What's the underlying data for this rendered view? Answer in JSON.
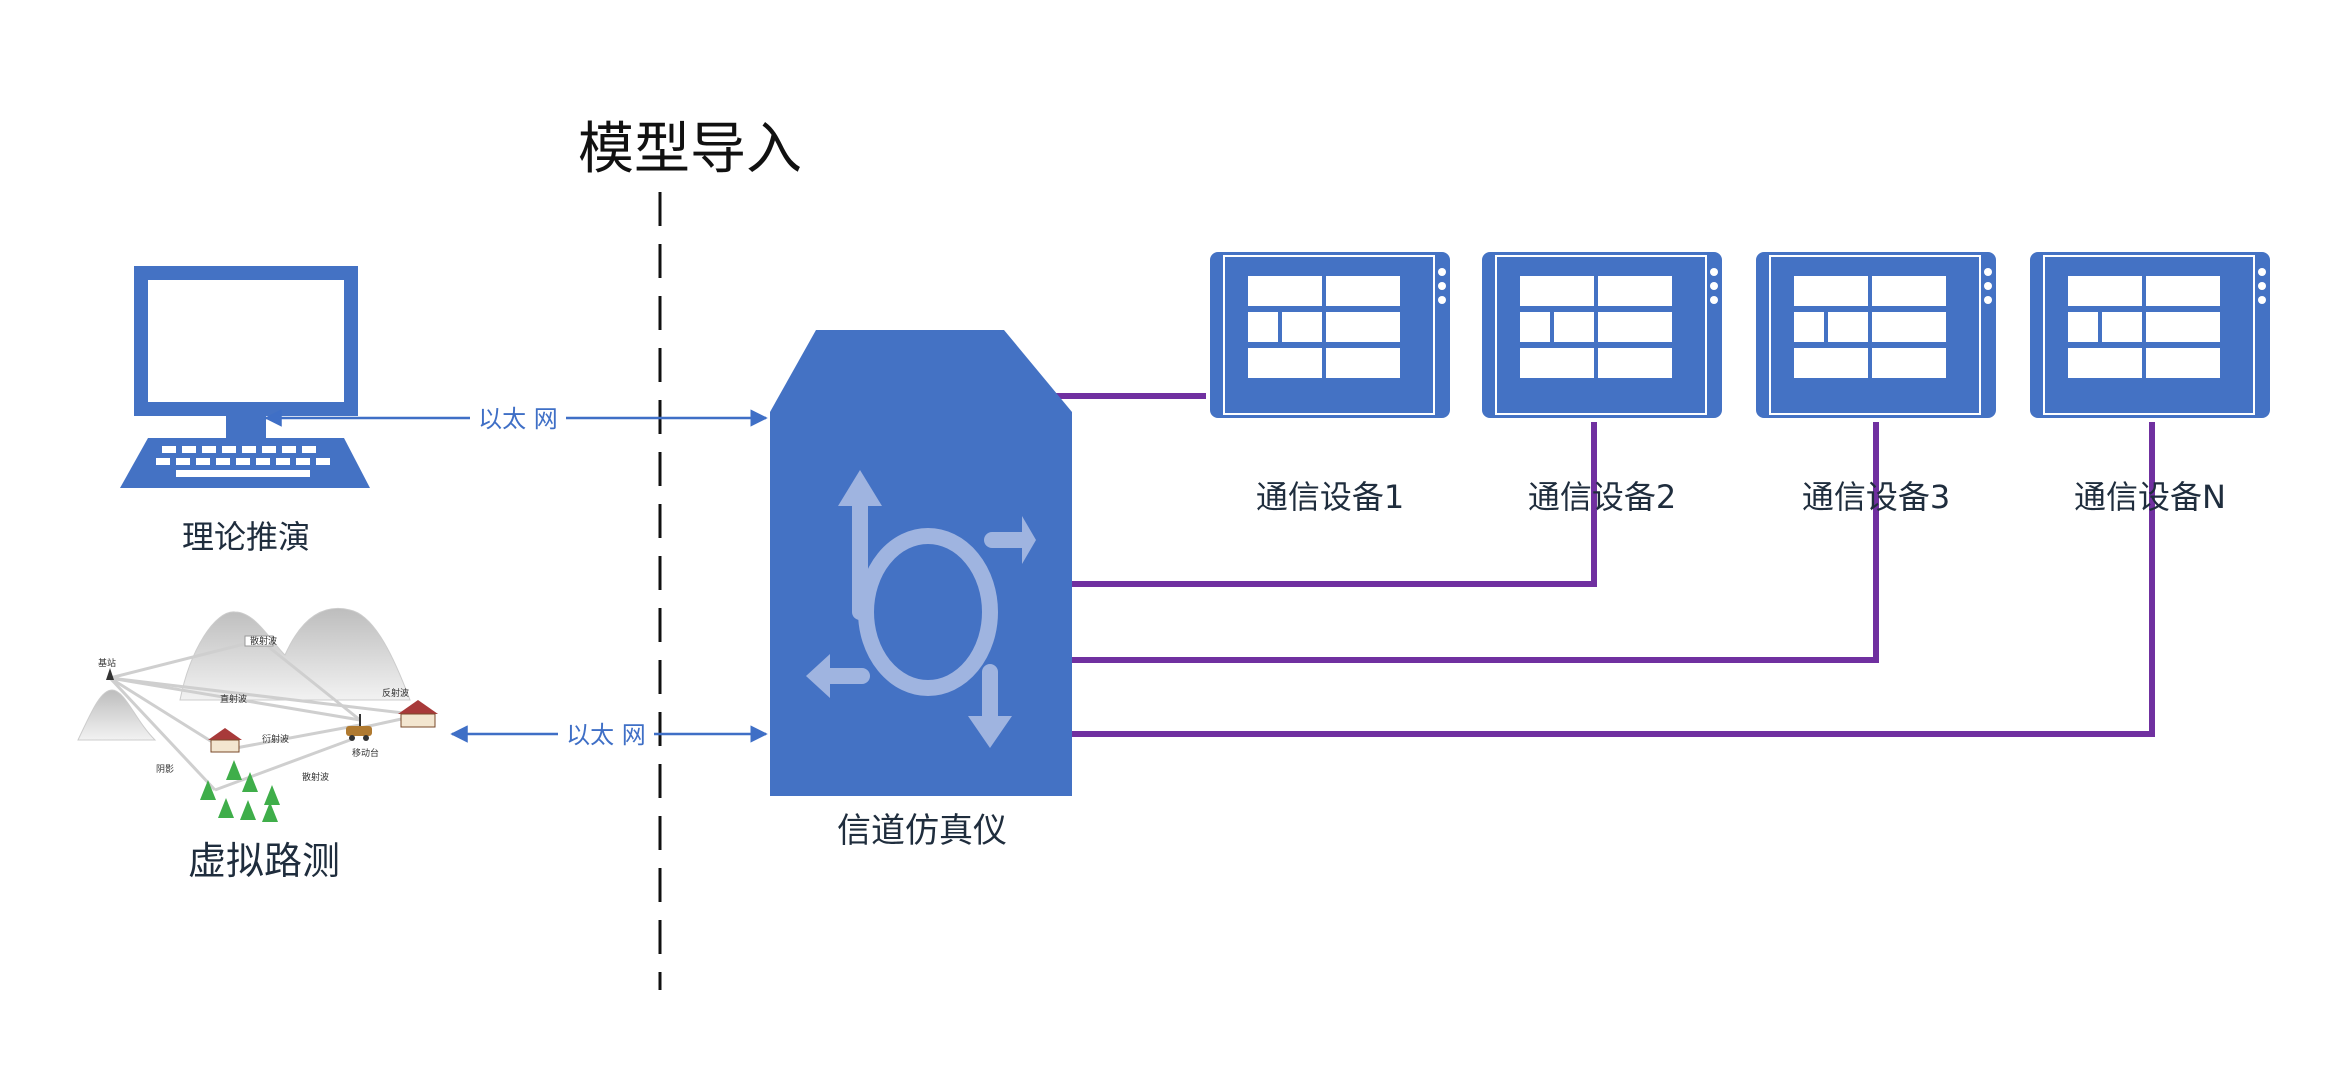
{
  "title": "模型导入",
  "sources": {
    "theory_label": "理论推演",
    "virtual_label": "虚拟路测",
    "ethernet_top": "以太 网",
    "ethernet_bottom": "以太 网"
  },
  "scene": {
    "base_station": "基站",
    "scatter_wave": "散射波",
    "direct_wave": "直射波",
    "reflect_wave": "反射波",
    "diffract_wave": "衍射波",
    "scatter_wave_2": "散射波",
    "mobile": "移动台",
    "shadow": "阴影"
  },
  "emulator": {
    "label": "信道仿真仪"
  },
  "devices": [
    {
      "label": "通信设备1"
    },
    {
      "label": "通信设备2"
    },
    {
      "label": "通信设备3"
    },
    {
      "label": "通信设备N"
    }
  ],
  "colors": {
    "blue": "#4472c4",
    "arrow_blue": "#3f6fc6",
    "purple": "#7030a0",
    "symbol": "#9fb4e0"
  }
}
